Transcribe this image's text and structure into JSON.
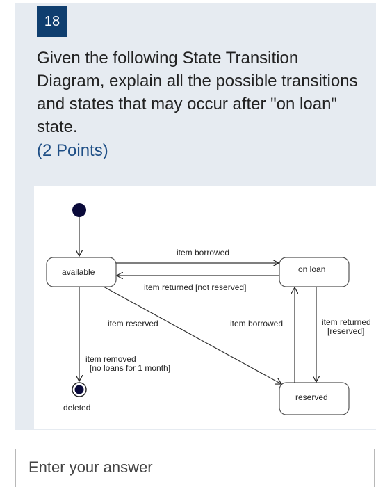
{
  "question": {
    "number": "18",
    "text": "Given the following State Transition Diagram, explain all the possible transitions and states that may occur after \"on loan\" state.",
    "points": "(2 Points)"
  },
  "diagram": {
    "states": {
      "available": "available",
      "on_loan": "on loan",
      "reserved": "reserved",
      "deleted": "deleted"
    },
    "transitions": {
      "available_to_on_loan": "item borrowed",
      "on_loan_to_available": "item returned  [not reserved]",
      "available_to_reserved": "item reserved",
      "reserved_to_on_loan": "item borrowed",
      "on_loan_to_reserved_line1": "item returned",
      "on_loan_to_reserved_line2": "[reserved]",
      "available_to_deleted_line1": "item removed",
      "available_to_deleted_line2": "[no loans for 1 month]"
    }
  },
  "answer": {
    "placeholder": "Enter your answer"
  }
}
